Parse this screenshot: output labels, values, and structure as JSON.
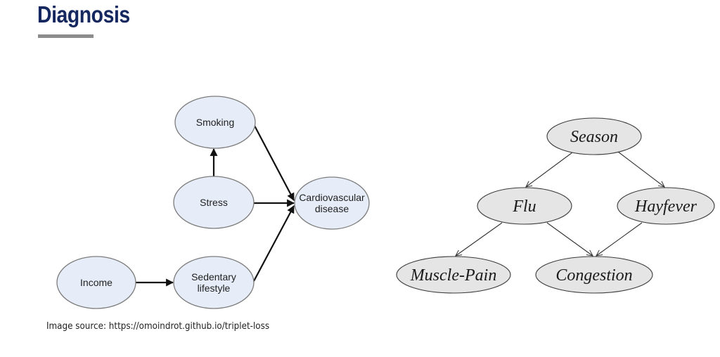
{
  "slide": {
    "title": "Diagnosis",
    "caption": "Image source: https://omoindrot.github.io/triplet-loss"
  },
  "left_diagram": {
    "nodes": [
      {
        "id": "smoking",
        "lines": [
          "Smoking"
        ]
      },
      {
        "id": "stress",
        "lines": [
          "Stress"
        ]
      },
      {
        "id": "cardio",
        "lines": [
          "Cardiovascular",
          "disease"
        ]
      },
      {
        "id": "income",
        "lines": [
          "Income"
        ]
      },
      {
        "id": "sedentary",
        "lines": [
          "Sedentary",
          "lifestyle"
        ]
      }
    ],
    "edges": [
      {
        "from": "stress",
        "to": "smoking"
      },
      {
        "from": "smoking",
        "to": "cardio"
      },
      {
        "from": "stress",
        "to": "cardio"
      },
      {
        "from": "sedentary",
        "to": "cardio"
      },
      {
        "from": "income",
        "to": "sedentary"
      }
    ]
  },
  "right_diagram": {
    "nodes": [
      {
        "id": "season",
        "label": "Season"
      },
      {
        "id": "flu",
        "label": "Flu"
      },
      {
        "id": "hayfever",
        "label": "Hayfever"
      },
      {
        "id": "musclepain",
        "label": "Muscle-Pain"
      },
      {
        "id": "congestion",
        "label": "Congestion"
      }
    ],
    "edges": [
      {
        "from": "season",
        "to": "flu"
      },
      {
        "from": "season",
        "to": "hayfever"
      },
      {
        "from": "flu",
        "to": "musclepain"
      },
      {
        "from": "flu",
        "to": "congestion"
      },
      {
        "from": "hayfever",
        "to": "congestion"
      }
    ]
  }
}
